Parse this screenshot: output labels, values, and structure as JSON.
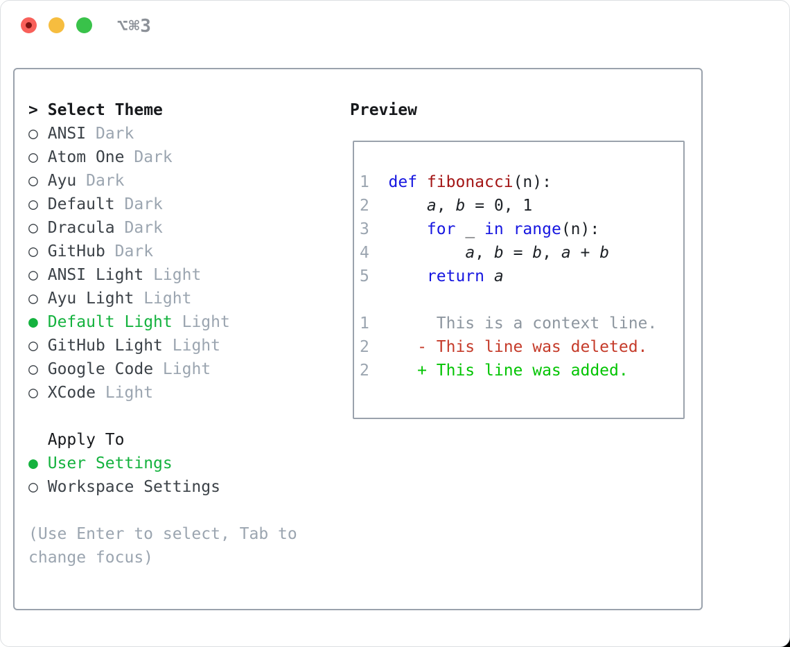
{
  "window": {
    "title": "⌥⌘3",
    "traffic_lights": [
      {
        "name": "close"
      },
      {
        "name": "minimize"
      },
      {
        "name": "zoom"
      }
    ]
  },
  "theme_picker": {
    "prompt": ">",
    "title": "Select Theme",
    "bullet_selected": "●",
    "bullet_unselected": "○",
    "items": [
      {
        "name": "ANSI",
        "variant": "Dark",
        "selected": false
      },
      {
        "name": "Atom One",
        "variant": "Dark",
        "selected": false
      },
      {
        "name": "Ayu",
        "variant": "Dark",
        "selected": false
      },
      {
        "name": "Default",
        "variant": "Dark",
        "selected": false
      },
      {
        "name": "Dracula",
        "variant": "Dark",
        "selected": false
      },
      {
        "name": "GitHub",
        "variant": "Dark",
        "selected": false
      },
      {
        "name": "ANSI Light",
        "variant": "Light",
        "selected": false
      },
      {
        "name": "Ayu Light",
        "variant": "Light",
        "selected": false
      },
      {
        "name": "Default Light",
        "variant": "Light",
        "selected": true
      },
      {
        "name": "GitHub Light",
        "variant": "Light",
        "selected": false
      },
      {
        "name": "Google Code",
        "variant": "Light",
        "selected": false
      },
      {
        "name": "XCode",
        "variant": "Light",
        "selected": false
      }
    ]
  },
  "apply_to": {
    "title": "Apply To",
    "options": [
      {
        "name": "User Settings",
        "selected": true
      },
      {
        "name": "Workspace Settings",
        "selected": false
      }
    ]
  },
  "hint": "(Use Enter to select, Tab to change focus)",
  "preview": {
    "title": "Preview",
    "code_lines": [
      {
        "num": "1",
        "segments": [
          {
            "t": "def",
            "c": "kw"
          },
          {
            "t": " ",
            "c": "plain"
          },
          {
            "t": "fibonacci",
            "c": "fn"
          },
          {
            "t": "(n):",
            "c": "plain"
          }
        ]
      },
      {
        "num": "2",
        "segments": [
          {
            "t": "    ",
            "c": "plain"
          },
          {
            "t": "a",
            "c": "var"
          },
          {
            "t": ", ",
            "c": "plain"
          },
          {
            "t": "b",
            "c": "var"
          },
          {
            "t": " = 0, 1",
            "c": "plain"
          }
        ]
      },
      {
        "num": "3",
        "segments": [
          {
            "t": "    ",
            "c": "plain"
          },
          {
            "t": "for",
            "c": "kw"
          },
          {
            "t": " _ ",
            "c": "plain"
          },
          {
            "t": "in",
            "c": "kw"
          },
          {
            "t": " ",
            "c": "plain"
          },
          {
            "t": "range",
            "c": "kw"
          },
          {
            "t": "(n):",
            "c": "plain"
          }
        ]
      },
      {
        "num": "4",
        "segments": [
          {
            "t": "        ",
            "c": "plain"
          },
          {
            "t": "a",
            "c": "var"
          },
          {
            "t": ", ",
            "c": "plain"
          },
          {
            "t": "b",
            "c": "var"
          },
          {
            "t": " = ",
            "c": "plain"
          },
          {
            "t": "b",
            "c": "var"
          },
          {
            "t": ", ",
            "c": "plain"
          },
          {
            "t": "a",
            "c": "var"
          },
          {
            "t": " + ",
            "c": "plain"
          },
          {
            "t": "b",
            "c": "var"
          }
        ]
      },
      {
        "num": "5",
        "segments": [
          {
            "t": "    ",
            "c": "plain"
          },
          {
            "t": "return",
            "c": "kw"
          },
          {
            "t": " ",
            "c": "plain"
          },
          {
            "t": "a",
            "c": "var"
          }
        ]
      }
    ],
    "diff_lines": [
      {
        "num": "1",
        "segments": [
          {
            "t": "     This is a context line.",
            "c": "ctx"
          }
        ]
      },
      {
        "num": "2",
        "segments": [
          {
            "t": "   - This line was deleted.",
            "c": "del"
          }
        ]
      },
      {
        "num": "2",
        "segments": [
          {
            "t": "   + This line was added.",
            "c": "add"
          }
        ]
      }
    ]
  },
  "colors": {
    "selection_green": "#14b23e",
    "added_green": "#02c402",
    "deleted_red": "#c53b2a",
    "keyword_blue": "#1616e0",
    "function_red": "#a31515",
    "muted_gray": "#9ba5b0",
    "border_gray": "#9aa2ac",
    "light_red": "#f8605a",
    "light_yellow": "#f6bd3f",
    "light_green": "#39c24a"
  }
}
